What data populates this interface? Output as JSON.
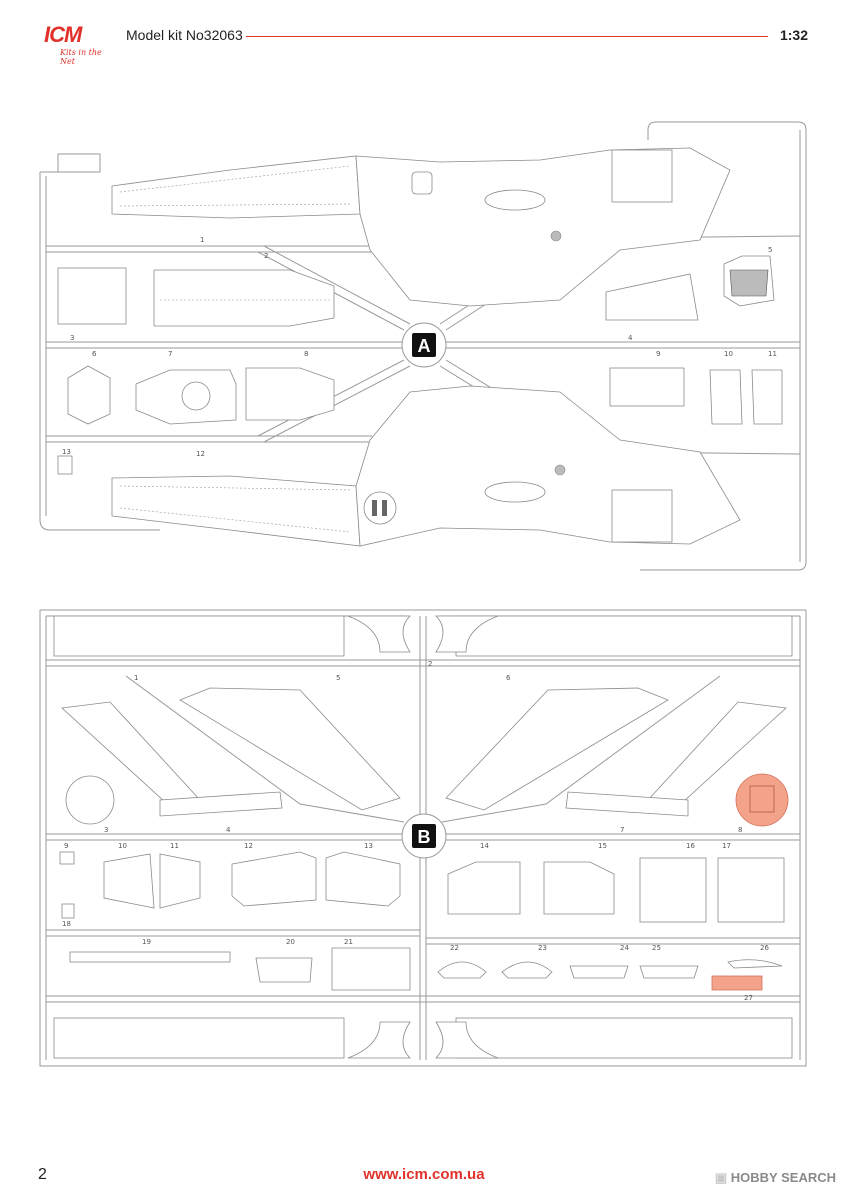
{
  "header": {
    "logo_text": "ICM",
    "logo_tagline": "Kits in the Net",
    "model_title": "Model kit No32063",
    "scale": "1:32"
  },
  "sprue_a": {
    "letter": "A",
    "part_numbers": [
      "1",
      "2",
      "3",
      "4",
      "5",
      "6",
      "7",
      "8",
      "9",
      "10",
      "11",
      "12",
      "13"
    ]
  },
  "sprue_b": {
    "letter": "B",
    "part_numbers": [
      "1",
      "2",
      "3",
      "4",
      "5",
      "6",
      "7",
      "8",
      "9",
      "10",
      "11",
      "12",
      "13",
      "14",
      "15",
      "16",
      "17",
      "18",
      "19",
      "20",
      "21",
      "22",
      "23",
      "24",
      "25",
      "26",
      "27"
    ]
  },
  "footer": {
    "page_number": "2",
    "url": "www.icm.com.ua",
    "watermark": "HOBBY SEARCH"
  },
  "colors": {
    "brand_red": "#e0312a",
    "sprue_line": "#9a9a9a",
    "highlight": "#f2a38a"
  }
}
